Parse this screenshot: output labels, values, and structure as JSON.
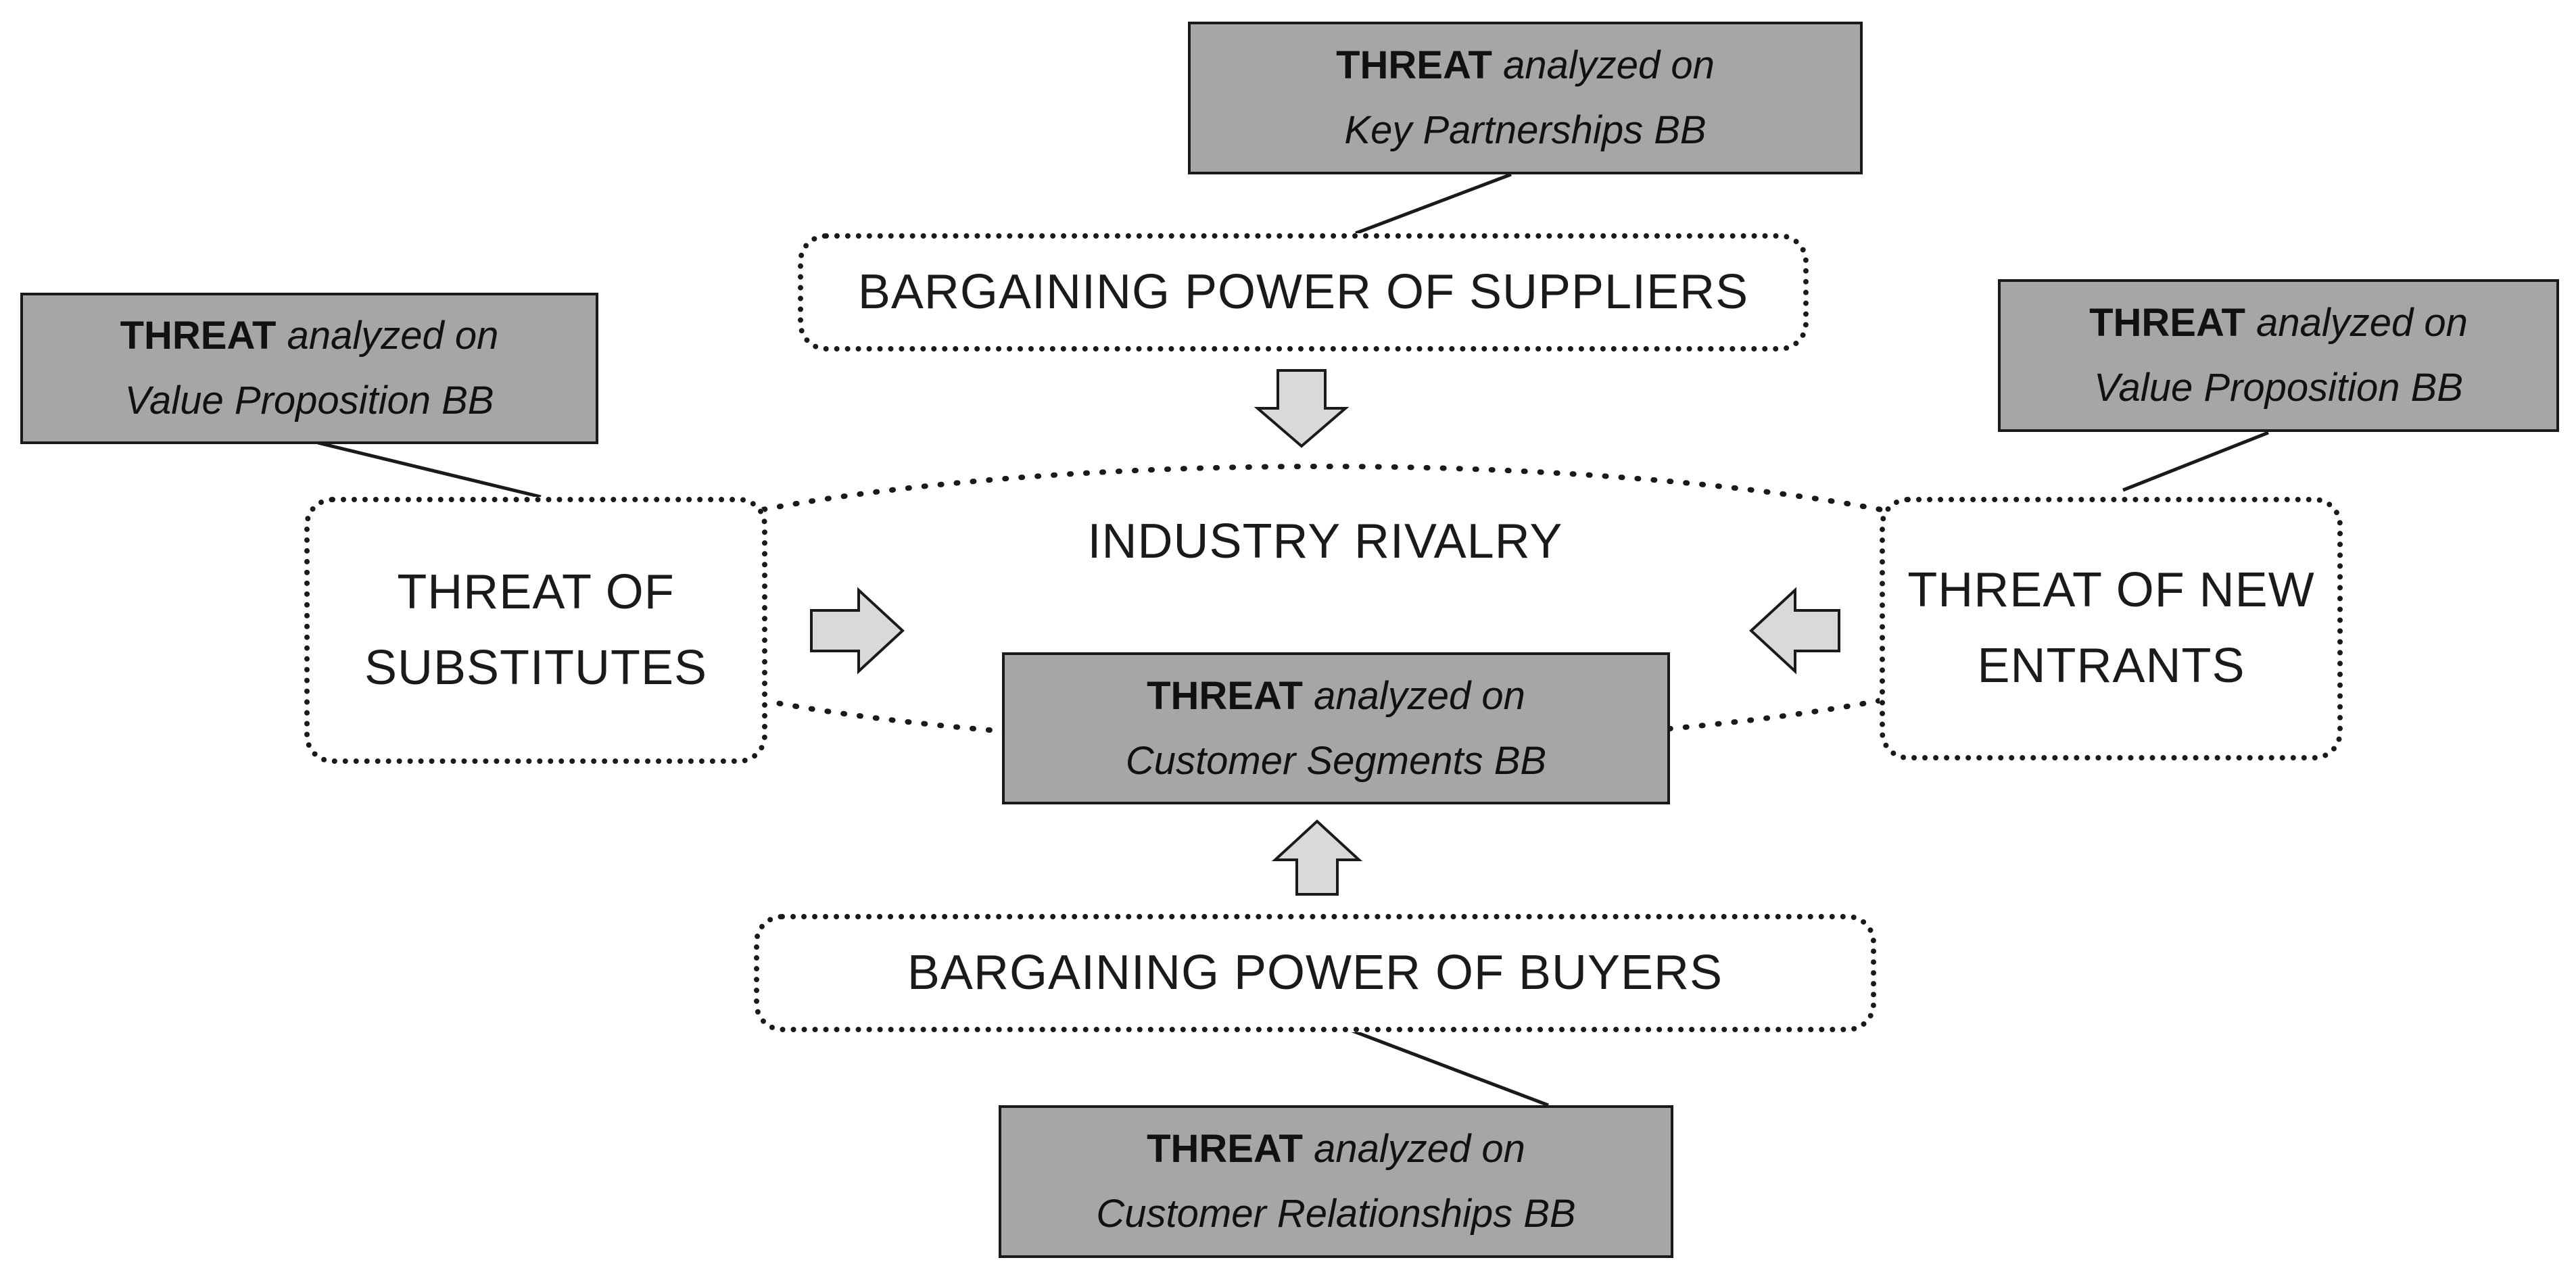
{
  "threat_prefix": "THREAT",
  "threat_verb": "analyzed on",
  "forces": {
    "suppliers": "BARGAINING POWER OF SUPPLIERS",
    "buyers": "BARGAINING POWER OF BUYERS",
    "substitutes": [
      "THREAT OF",
      "SUBSTITUTES"
    ],
    "new_entrants": [
      "THREAT OF NEW",
      "ENTRANTS"
    ],
    "rivalry": "INDUSTRY RIVALRY"
  },
  "threats": {
    "suppliers": "Key Partnerships BB",
    "substitutes": "Value Proposition BB",
    "new_entrants": "Value Proposition BB",
    "rivalry": "Customer Segments BB",
    "buyers": "Customer Relationships BB"
  },
  "colors": {
    "threat_fill": "#a6a6a6",
    "arrow_fill": "#d9d9d9",
    "stroke": "#1a1a1a"
  }
}
